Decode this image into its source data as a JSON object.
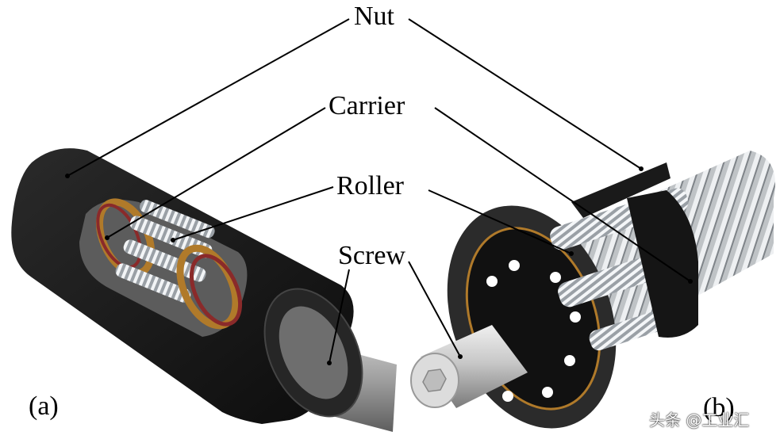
{
  "labels": {
    "nut": "Nut",
    "carrier": "Carrier",
    "roller": "Roller",
    "screw": "Screw",
    "panel_a": "(a)",
    "panel_b": "(b)"
  },
  "watermark": {
    "text": "头条 @工业汇"
  },
  "colors": {
    "nut_body": "#1c1c1c",
    "carrier_ring": "#b07a2a",
    "seal_ring": "#8a2a2a",
    "screw_steel": "#a8a8a8",
    "roller_steel": "#d8dde2",
    "leader_line": "#000000"
  }
}
